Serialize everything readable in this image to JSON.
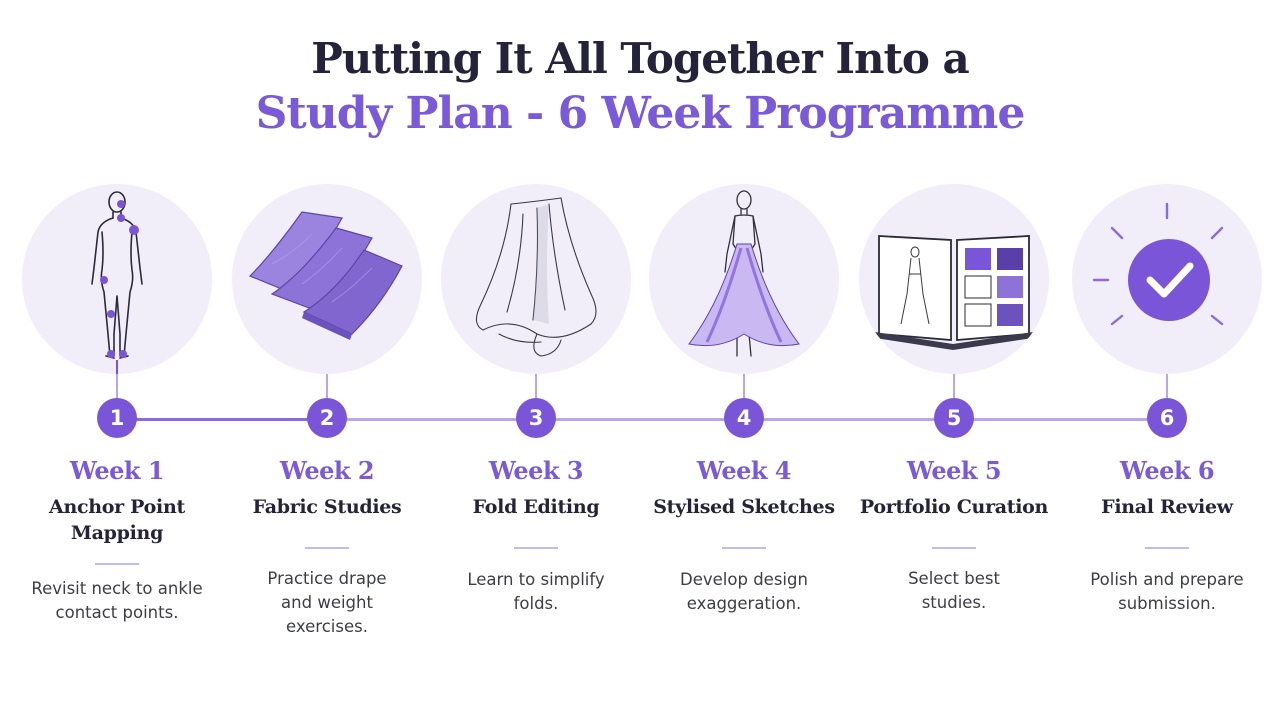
{
  "title": {
    "line1": "Putting It All Together Into a",
    "line2": "Study Plan - 6 Week Programme"
  },
  "colors": {
    "accent": "#7a55d8",
    "title_dark": "#24233a",
    "circle_bg": "#f1eefa",
    "line": "#b9a6ec"
  },
  "steps": [
    {
      "number": "1",
      "week": "Week 1",
      "name": "Anchor Point Mapping",
      "description": "Revisit neck to ankle contact points.",
      "icon": "figure-anchor-points-icon"
    },
    {
      "number": "2",
      "week": "Week 2",
      "name": "Fabric Studies",
      "description": "Practice drape and weight exercises.",
      "icon": "fabric-swatches-icon"
    },
    {
      "number": "3",
      "week": "Week 3",
      "name": "Fold Editing",
      "description": "Learn to simplify folds.",
      "icon": "draped-cloth-sketch-icon"
    },
    {
      "number": "4",
      "week": "Week 4",
      "name": "Stylised Sketches",
      "description": "Develop design exaggeration.",
      "icon": "gown-figure-sketch-icon"
    },
    {
      "number": "5",
      "week": "Week 5",
      "name": "Portfolio Curation",
      "description": "Select best studies.",
      "icon": "open-portfolio-book-icon"
    },
    {
      "number": "6",
      "week": "Week 6",
      "name": "Final Review",
      "description": "Polish and prepare submission.",
      "icon": "checkmark-badge-icon"
    }
  ]
}
